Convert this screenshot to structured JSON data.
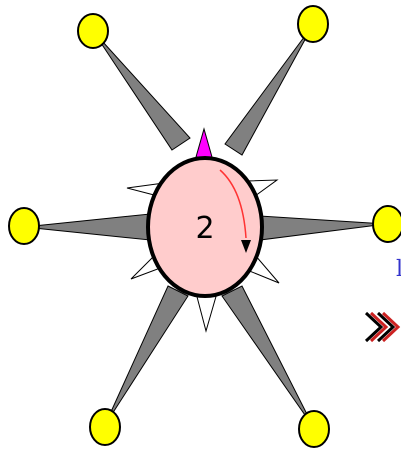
{
  "hub": {
    "value": "2",
    "fill": "#ffcccc",
    "stroke": "#000000",
    "rotation_arrow": "rotate-clockwise-arrow-icon",
    "rotation_arrow_color": "#ff3333",
    "marker": "pointer-triangle-icon",
    "marker_color": "#ff00ff"
  },
  "spokes": {
    "count": 6,
    "color": "#808080",
    "end_node_color": "#ffff00",
    "end_node_stroke": "#000000"
  },
  "spikes": {
    "count": 5,
    "fill": "#ffffff",
    "stroke": "#000000"
  },
  "edge_controls": {
    "partial_letter": "l",
    "partial_letter_color": "#3333cc",
    "arrow_icon": "double-chevron-right-icon",
    "arrow_color": "#000000",
    "arrow_shadow_color": "#cc2222"
  }
}
